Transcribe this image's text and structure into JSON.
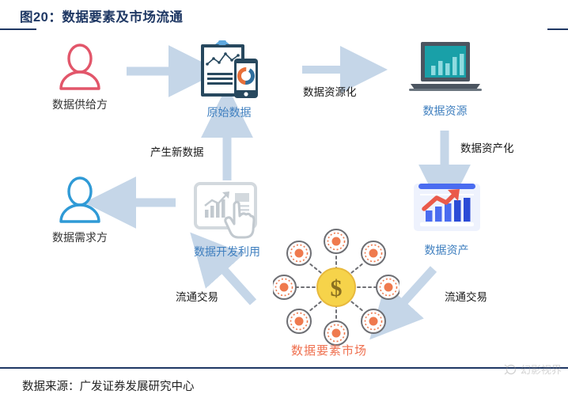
{
  "header": {
    "figure_number": "图20：",
    "title": "图20：数据要素及市场流通"
  },
  "footer": {
    "source": "数据来源：广发证券发展研究中心",
    "watermark": "幻影视界"
  },
  "colors": {
    "title_navy": "#1f3864",
    "label_blue": "#3f7fbf",
    "arrow_blue": "#c5d6e8",
    "supplier_red": "#e2566a",
    "demander_blue": "#2f9ad6",
    "teal": "#19a0a8",
    "market_orange": "#ef6f4e",
    "market_yellow": "#f6d34a",
    "asset_blue": "#4a6cf0"
  },
  "nodes": [
    {
      "id": "data-supplier",
      "label": "数据供给方",
      "icon": "person-icon",
      "label_color": "dark"
    },
    {
      "id": "raw-data",
      "label": "原始数据",
      "icon": "clipboard-phone-icon",
      "label_color": "blue"
    },
    {
      "id": "data-resource",
      "label": "数据资源",
      "icon": "laptop-chart-icon",
      "label_color": "blue"
    },
    {
      "id": "data-asset",
      "label": "数据资产",
      "icon": "presentation-chart-icon",
      "label_color": "blue"
    },
    {
      "id": "data-development",
      "label": "数据开发利用",
      "icon": "tablet-hand-icon",
      "label_color": "blue"
    },
    {
      "id": "data-demander",
      "label": "数据需求方",
      "icon": "person-icon",
      "label_color": "dark"
    },
    {
      "id": "data-market",
      "label": "数据要素市场",
      "icon": "dollar-network-icon",
      "label_color": "orange"
    }
  ],
  "flows": [
    {
      "id": "flow-supplier-to-raw",
      "label": "",
      "direction": "right"
    },
    {
      "id": "flow-raw-to-resource",
      "label": "数据资源化",
      "direction": "right"
    },
    {
      "id": "flow-resource-to-asset",
      "label": "数据资产化",
      "direction": "down"
    },
    {
      "id": "flow-asset-to-market",
      "label": "流通交易",
      "direction": "down-left"
    },
    {
      "id": "flow-market-to-development",
      "label": "流通交易",
      "direction": "up-left"
    },
    {
      "id": "flow-development-to-raw",
      "label": "产生新数据",
      "direction": "up"
    },
    {
      "id": "flow-development-to-demander",
      "label": "",
      "direction": "left"
    }
  ],
  "market": {
    "center_symbol": "$",
    "satellite_count": 8,
    "caption": "数据要素市场"
  }
}
